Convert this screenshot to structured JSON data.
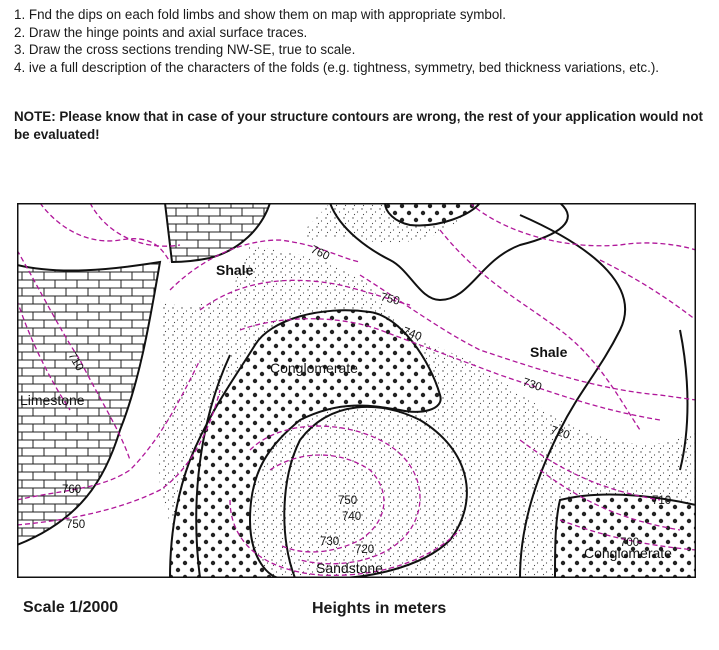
{
  "instructions": [
    "1. Fnd the dips on each fold limbs and show them on map with appropriate symbol.",
    "2. Draw the hinge points and axial surface traces.",
    "3. Draw the cross sections trending NW-SE, true to scale.",
    "4. ive a full description of the characters of the folds (e.g. tightness, symmetry, bed thickness variations, etc.)."
  ],
  "note": "NOTE: Please know that in case of your structure contours are wrong, the rest of your application would not be evaluated!",
  "map": {
    "units": {
      "shale_top": "Shale",
      "shale_right": "Shale",
      "limestone": "Limestone",
      "conglomerate_center": "Conglomerate",
      "conglomerate_right": "Conglomerate",
      "sandstone": "Sandstone"
    },
    "contours": {
      "c760_top": "760",
      "c750_top": "750",
      "c740_top": "740",
      "c730_right": "730",
      "c720_right": "720",
      "c710_left": "710",
      "c760_left": "760",
      "c750_left": "750",
      "c750_center": "750",
      "c740_center": "740",
      "c730_bottom": "730",
      "c720_bottom": "720",
      "c710_br": "710",
      "c700_br": "700"
    },
    "colors": {
      "contour": "#b0179a",
      "boundary": "#111111"
    }
  },
  "footer": {
    "scale": "Scale  1/2000",
    "heights": "Heights in meters"
  }
}
